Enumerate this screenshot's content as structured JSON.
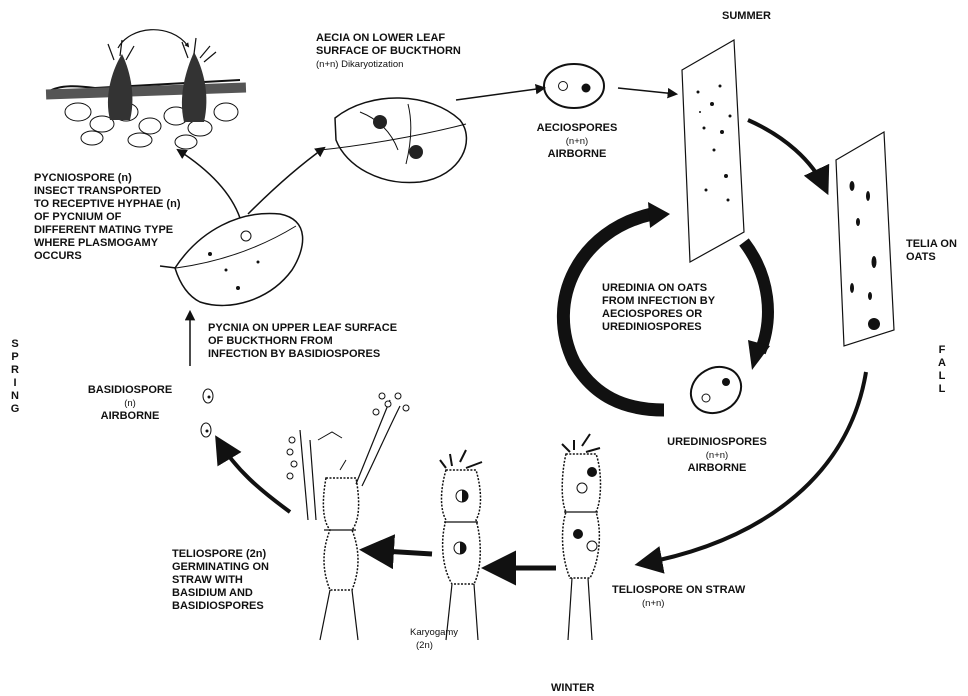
{
  "seasons": {
    "summer": "SUMMER",
    "fall": "FALL",
    "winter": "WINTER",
    "spring": "SPRING"
  },
  "labels": {
    "aecia": [
      "AECIA ON LOWER LEAF",
      "SURFACE OF BUCKTHORN",
      "(n+n) Dikaryotization"
    ],
    "aeciospores": [
      "AECIOSPORES",
      "(n+n)",
      "AIRBORNE"
    ],
    "telia": [
      "TELIA ON",
      "OATS"
    ],
    "uredinia": [
      "UREDINIA ON OATS",
      "FROM INFECTION BY",
      "AECIOSPORES OR",
      "UREDINIOSPORES"
    ],
    "urediniospores": [
      "UREDINIOSPORES",
      "(n+n)",
      "AIRBORNE"
    ],
    "teliospore_straw": [
      "TELIOSPORE ON STRAW",
      "(n+n)"
    ],
    "karyogamy": [
      "Karyogamy",
      "(2n)"
    ],
    "teliospore_germ": [
      "TELIOSPORE (2n)",
      "GERMINATING ON",
      "STRAW WITH",
      "BASIDIUM AND",
      "BASIDIOSPORES"
    ],
    "basidiospore": [
      "BASIDIOSPORE",
      "(n)",
      "AIRBORNE"
    ],
    "pycnia": [
      "PYCNIA ON UPPER LEAF SURFACE",
      "OF BUCKTHORN FROM",
      "INFECTION BY BASIDIOSPORES"
    ],
    "pycniospore": [
      "PYCNIOSPORE (n)",
      "INSECT TRANSPORTED",
      "TO RECEPTIVE HYPHAE (n)",
      "OF PYCNIUM OF",
      "DIFFERENT MATING TYPE",
      "WHERE PLASMOGAMY",
      "OCCURS"
    ]
  }
}
